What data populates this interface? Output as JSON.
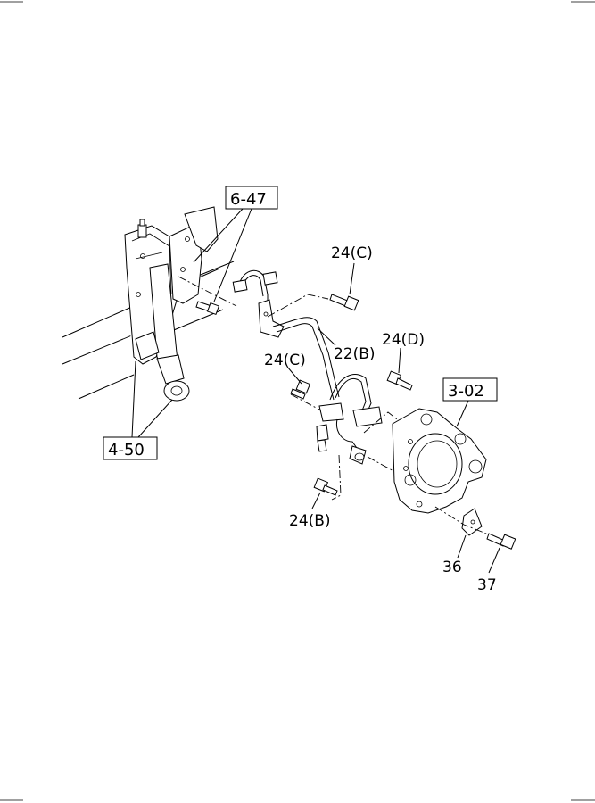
{
  "callouts": {
    "ref_6_47": "6-47",
    "ref_4_50": "4-50",
    "ref_3_02": "3-02",
    "bolt_24c_upper": "24(C)",
    "hose_22b": "22(B)",
    "bolt_24d": "24(D)",
    "bolt_24c_lower": "24(C)",
    "bolt_24b": "24(B)",
    "bracket_36": "36",
    "bolt_37": "37"
  }
}
